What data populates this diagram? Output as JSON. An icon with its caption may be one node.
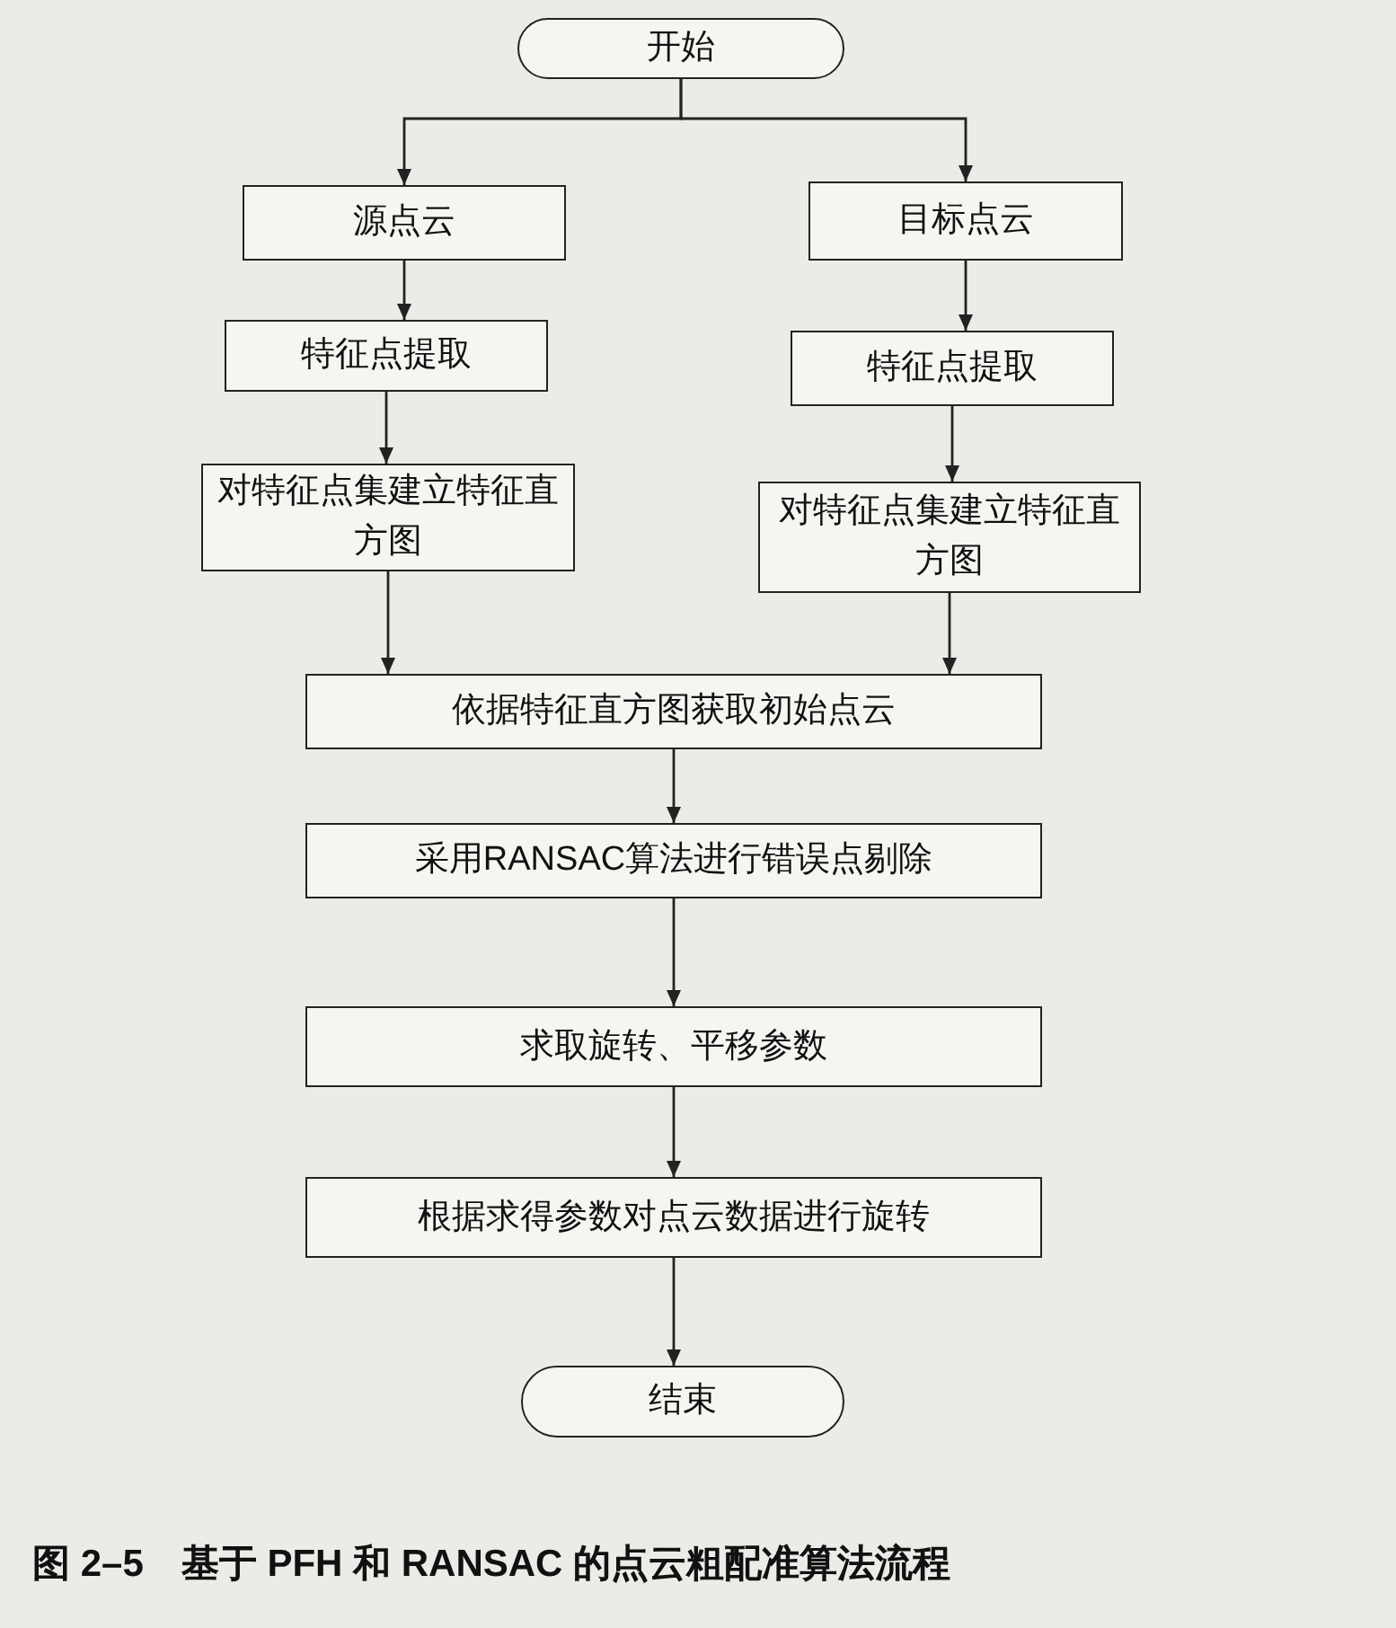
{
  "diagram": {
    "caption": "图 2–5　基于 PFH 和 RANSAC 的点云粗配准算法流程",
    "nodes": [
      {
        "text": [
          "开始"
        ]
      },
      {
        "text": [
          "源点云"
        ]
      },
      {
        "text": [
          "目标点云"
        ]
      },
      {
        "text": [
          "特征点提取"
        ]
      },
      {
        "text": [
          "特征点提取"
        ]
      },
      {
        "text": [
          "对特征点集建立特征直方图"
        ]
      },
      {
        "text": [
          "对特征点集建立特征直方图"
        ]
      },
      {
        "text": [
          "依据特征直方图获取初始点云"
        ]
      },
      {
        "text": [
          "采用RANSAC算法进行错误点剔除"
        ]
      },
      {
        "text": [
          "求取旋转、平移参数"
        ]
      },
      {
        "text": [
          "根据求得参数对点云数据进行旋转"
        ]
      },
      {
        "text": [
          "结束"
        ]
      }
    ],
    "edges": [
      {
        "from": 0,
        "to": 1,
        "arrow": "to"
      },
      {
        "from": 0,
        "to": 2,
        "arrow": "to"
      },
      {
        "from": 1,
        "to": 3,
        "arrow": "to"
      },
      {
        "from": 2,
        "to": 4,
        "arrow": "to"
      },
      {
        "from": 3,
        "to": 5,
        "arrow": "to"
      },
      {
        "from": 4,
        "to": 6,
        "arrow": "to"
      },
      {
        "from": 5,
        "to": 7,
        "arrow": "to"
      },
      {
        "from": 6,
        "to": 7,
        "arrow": "to"
      },
      {
        "from": 7,
        "to": 8,
        "arrow": "to"
      },
      {
        "from": 8,
        "to": 9,
        "arrow": "to"
      },
      {
        "from": 9,
        "to": 10,
        "arrow": "to"
      },
      {
        "from": 10,
        "to": 11,
        "arrow": "to"
      }
    ]
  }
}
